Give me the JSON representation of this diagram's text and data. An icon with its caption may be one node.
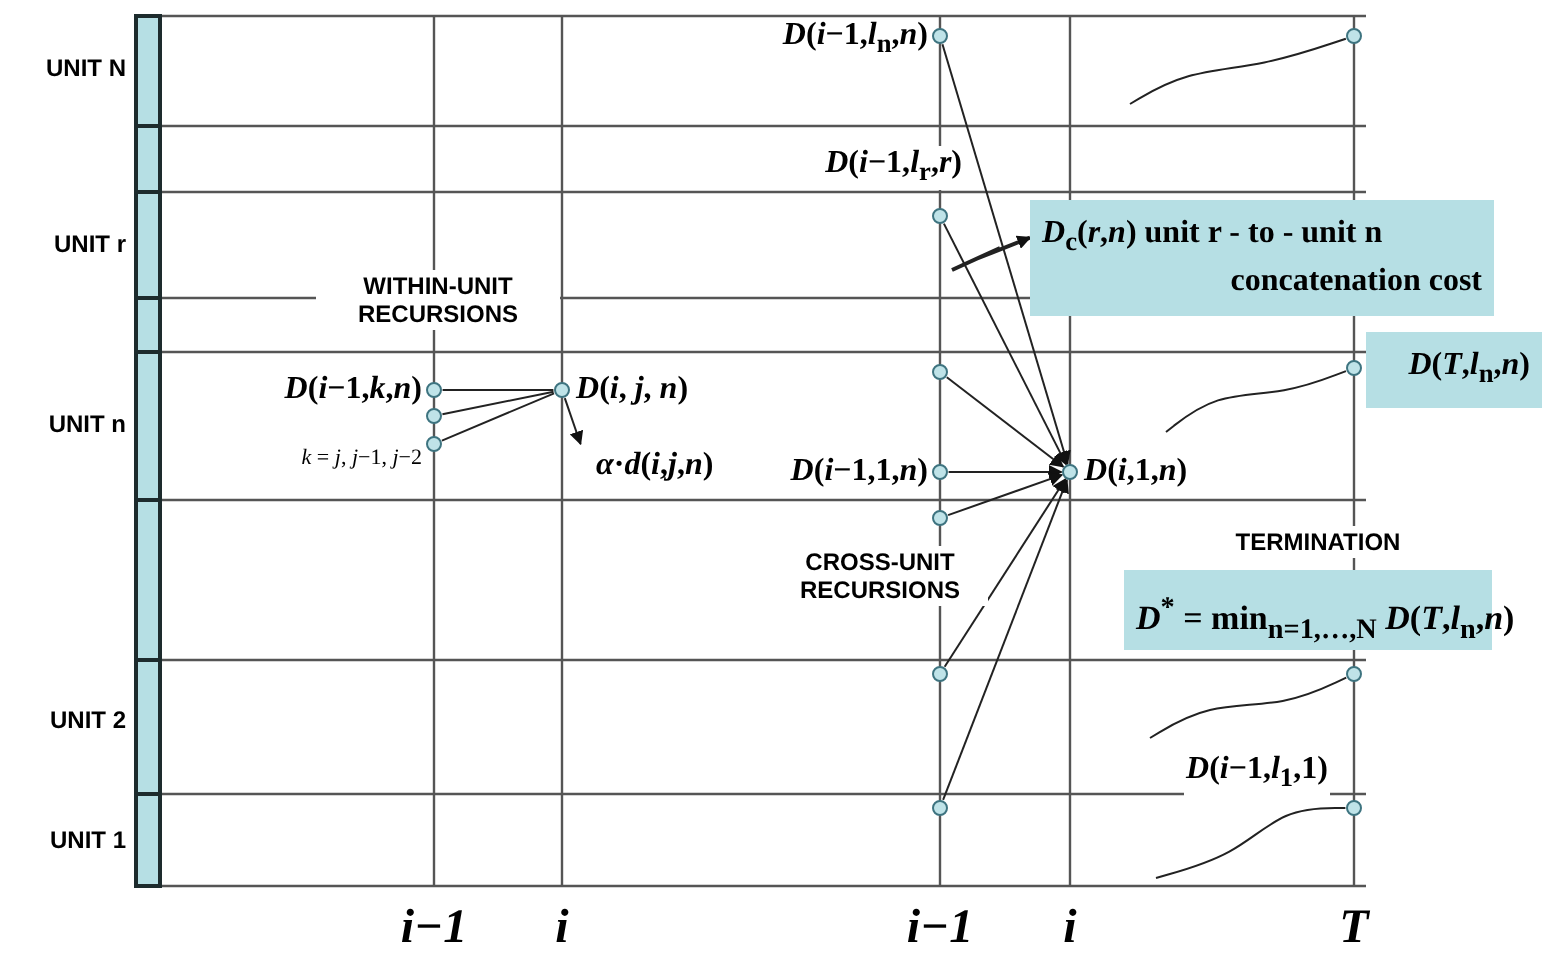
{
  "diagram": {
    "nodes": [
      {
        "text": [],
        "shape": "circle",
        "beside": [
          "*D*(*i*−1,*l*$_{n}$,*n*)"
        ]
      },
      {
        "text": [],
        "shape": "circle"
      },
      {
        "text": [],
        "shape": "circle",
        "beside": [
          "*D*(*i*−1,*l*$_{r}$,*r*)"
        ]
      },
      {
        "text": [
          "*D*$_{c}$(*r*,*n*) unit r - to - unit n concatenation cost"
        ]
      },
      {
        "text": [],
        "shape": "circle",
        "beside": [
          "*D*(*i*−1,*k*,*n*)"
        ]
      },
      {
        "text": [],
        "shape": "circle",
        "beside": [
          "*D*(*i*, *j*, *n*)"
        ]
      },
      {
        "text": [],
        "shape": "circle"
      },
      {
        "text": [],
        "shape": "circle",
        "beside": [
          "*k* = *j*, *j*−1, *j*−2"
        ]
      },
      {
        "text": [],
        "shape": "circle"
      },
      {
        "text": [],
        "shape": "circle"
      },
      {
        "text": [
          "*D*(*T*,*l*$_{n}$,*n*)"
        ]
      },
      {
        "text": [
          "*α*·*d*(*i*,*j*,*n*)"
        ]
      },
      {
        "text": [],
        "shape": "circle",
        "beside": [
          "*D*(*i*−1,1,*n*)"
        ]
      },
      {
        "text": [],
        "shape": "circle",
        "beside": [
          "*D*(*i*,1,*n*)"
        ]
      },
      {
        "text": [],
        "shape": "circle"
      },
      {
        "text": [
          "TERMINATION",
          "*D*$^{*}$ = min$_{n=1,…,N}$ *D*(*T*,*l*$_{n}$,*n*)"
        ]
      },
      {
        "text": [],
        "shape": "circle"
      },
      {
        "text": [],
        "shape": "circle"
      },
      {
        "text": [],
        "shape": "circle",
        "beside": [
          "*D*(*i*−1,*l*$_{1}$,1)"
        ]
      },
      {
        "text": [],
        "shape": "circle"
      }
    ],
    "edges": [
      {
        "from": 4,
        "to": 5,
        "arrow": "none"
      },
      {
        "from": 6,
        "to": 5,
        "arrow": "none"
      },
      {
        "from": 7,
        "to": 5,
        "arrow": "none"
      },
      {
        "from": 5,
        "to": 11,
        "arrow": "to"
      },
      {
        "from": 0,
        "to": 13,
        "arrow": "to"
      },
      {
        "from": 2,
        "to": 13,
        "arrow": "to"
      },
      {
        "from": 8,
        "to": 13,
        "arrow": "to"
      },
      {
        "from": 12,
        "to": 13,
        "arrow": "to"
      },
      {
        "from": 14,
        "to": 13,
        "arrow": "to"
      },
      {
        "from": 16,
        "to": 13,
        "arrow": "to"
      },
      {
        "from": 19,
        "to": 13,
        "arrow": "to"
      },
      {
        "from": null,
        "to": 3,
        "arrow": "to"
      },
      {
        "from": null,
        "to": 1,
        "arrow": "none"
      },
      {
        "from": null,
        "to": 9,
        "arrow": "none"
      },
      {
        "from": null,
        "to": 17,
        "arrow": "none"
      },
      {
        "from": null,
        "to": 18,
        "arrow": "none"
      }
    ],
    "labels": [
      "UNIT N",
      "UNIT r",
      "UNIT n",
      "UNIT 2",
      "UNIT 1",
      "WITHIN-UNIT RECURSIONS",
      "CROSS-UNIT RECURSIONS",
      "i−1",
      "i",
      "i−1",
      "i",
      "T"
    ]
  }
}
